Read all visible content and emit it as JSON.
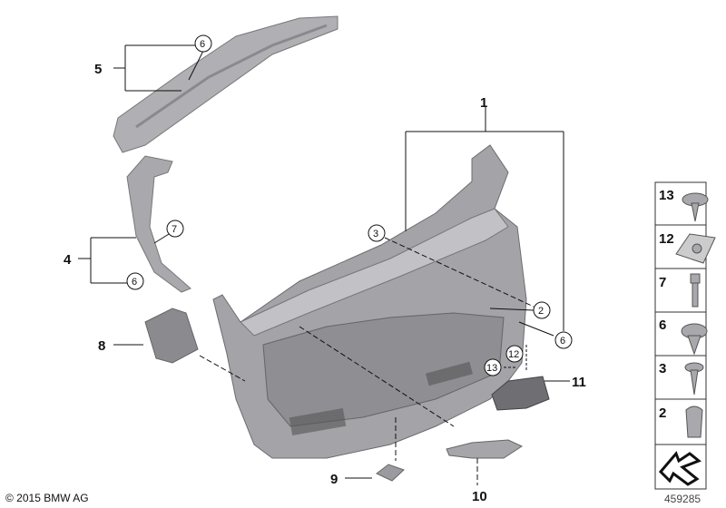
{
  "callouts": {
    "part_1": "1",
    "part_2": "2",
    "part_3": "3",
    "part_4": "4",
    "part_5": "5",
    "part_6a": "6",
    "part_6b": "6",
    "part_6c": "6",
    "part_7": "7",
    "part_8": "8",
    "part_9": "9",
    "part_10": "10",
    "part_11": "11",
    "part_12": "12",
    "part_13": "13"
  },
  "legend_panel": {
    "items": [
      {
        "number": "13",
        "icon": "screw-with-washer-icon"
      },
      {
        "number": "12",
        "icon": "clip-nut-icon"
      },
      {
        "number": "7",
        "icon": "bolt-icon"
      },
      {
        "number": "6",
        "icon": "expanding-rivet-icon"
      },
      {
        "number": "3",
        "icon": "tapping-screw-icon"
      },
      {
        "number": "2",
        "icon": "expanding-nut-icon"
      }
    ],
    "last_icon": "direction-arrow-icon"
  },
  "footer": {
    "copyright": "© 2015 BMW AG",
    "diagram_number": "459285"
  },
  "colors": {
    "part_fill": "#a9a9ad",
    "part_dark": "#7d7d82",
    "line": "#111111"
  }
}
